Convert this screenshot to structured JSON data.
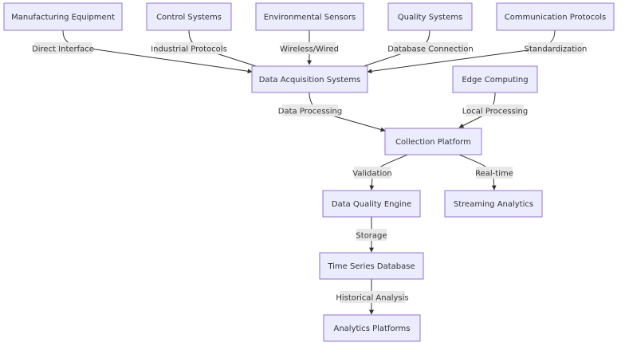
{
  "nodes": {
    "manufacturing_equipment": "Manufacturing Equipment",
    "control_systems": "Control Systems",
    "environmental_sensors": "Environmental Sensors",
    "quality_systems": "Quality Systems",
    "communication_protocols": "Communication Protocols",
    "data_acquisition": "Data Acquisition Systems",
    "edge_computing": "Edge Computing",
    "collection_platform": "Collection Platform",
    "data_quality_engine": "Data Quality Engine",
    "streaming_analytics": "Streaming Analytics",
    "time_series_db": "Time Series Database",
    "analytics_platforms": "Analytics Platforms"
  },
  "edges": {
    "direct_interface": "Direct Interface",
    "industrial_protocols": "Industrial Protocols",
    "wireless_wired": "Wireless/Wired",
    "database_connection": "Database Connection",
    "standardization": "Standardization",
    "data_processing": "Data Processing",
    "local_processing": "Local Processing",
    "validation": "Validation",
    "real_time": "Real-time",
    "storage": "Storage",
    "historical_analysis": "Historical Analysis"
  }
}
